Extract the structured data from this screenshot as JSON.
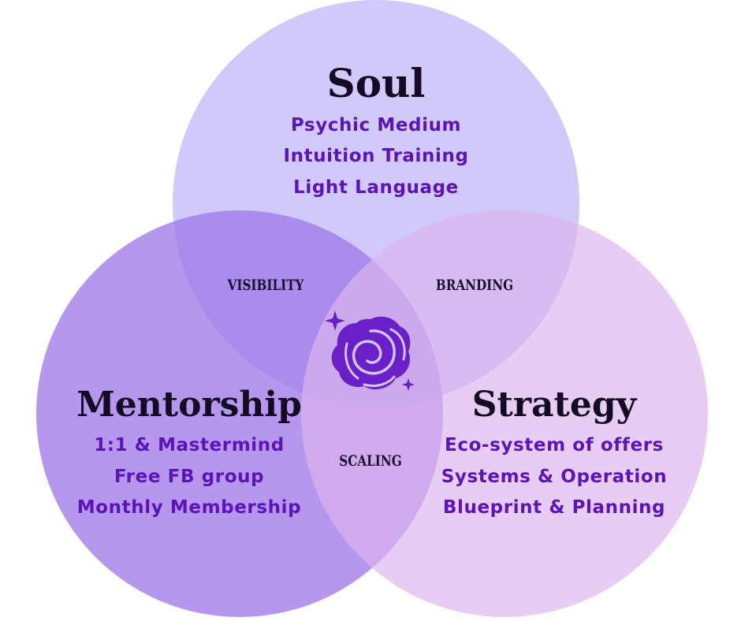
{
  "colors": {
    "soul_circle": "#cdc6f9",
    "mentorship_circle": "#b18bef",
    "strategy_circle": "#e3caf2",
    "item_text": "#5b14b9",
    "title_text": "#140a24",
    "rose": "#6a20c8"
  },
  "soul": {
    "title": "Soul",
    "items": [
      "Psychic Medium",
      "Intuition Training",
      "Light Language"
    ]
  },
  "mentorship": {
    "title": "Mentorship",
    "items": [
      "1:1 & Mastermind",
      "Free FB group",
      "Monthly Membership"
    ]
  },
  "strategy": {
    "title": "Strategy",
    "items": [
      "Eco-system of offers",
      "Systems & Operation",
      "Blueprint & Planning"
    ]
  },
  "overlaps": {
    "soul_mentorship": "VISIBILITY",
    "soul_strategy": "BRANDING",
    "mentorship_strategy": "SCALING"
  },
  "center_icon": "rose-icon"
}
